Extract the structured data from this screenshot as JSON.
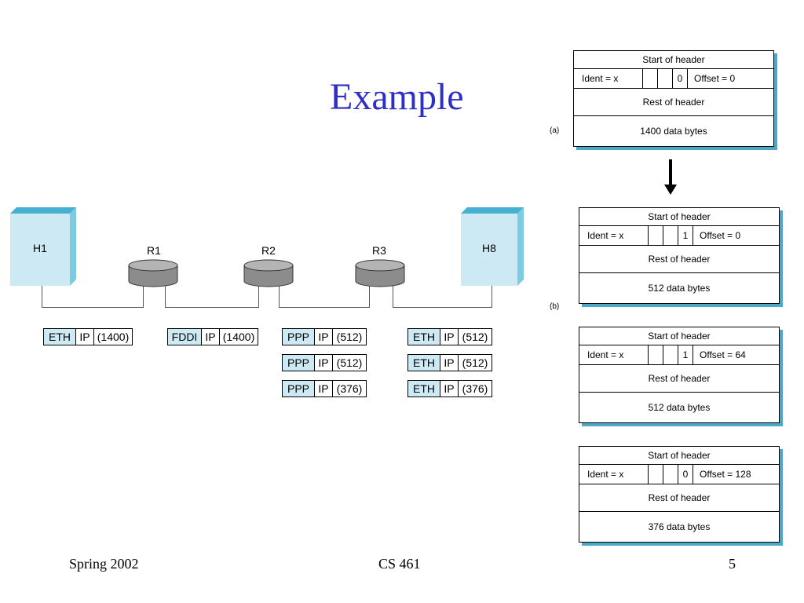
{
  "title": "Example",
  "footer": {
    "left": "Spring 2002",
    "center": "CS 461",
    "right": "5"
  },
  "network": {
    "hosts": [
      "H1",
      "H8"
    ],
    "routers": [
      "R1",
      "R2",
      "R3"
    ],
    "frame_groups": [
      [
        {
          "link": "ETH",
          "ip": "IP",
          "size": "(1400)"
        }
      ],
      [
        {
          "link": "FDDI",
          "ip": "IP",
          "size": "(1400)"
        }
      ],
      [
        {
          "link": "PPP",
          "ip": "IP",
          "size": "(512)"
        },
        {
          "link": "PPP",
          "ip": "IP",
          "size": "(512)"
        },
        {
          "link": "PPP",
          "ip": "IP",
          "size": "(376)"
        }
      ],
      [
        {
          "link": "ETH",
          "ip": "IP",
          "size": "(512)"
        },
        {
          "link": "ETH",
          "ip": "IP",
          "size": "(512)"
        },
        {
          "link": "ETH",
          "ip": "IP",
          "size": "(376)"
        }
      ]
    ]
  },
  "packets": {
    "labels": {
      "a": "(a)",
      "b": "(b)"
    },
    "items": [
      {
        "start": "Start of header",
        "ident": "Ident = x",
        "flag": "0",
        "offset": "Offset = 0",
        "rest": "Rest of header",
        "data": "1400 data bytes"
      },
      {
        "start": "Start of header",
        "ident": "Ident = x",
        "flag": "1",
        "offset": "Offset = 0",
        "rest": "Rest of header",
        "data": "512 data bytes"
      },
      {
        "start": "Start of header",
        "ident": "Ident = x",
        "flag": "1",
        "offset": "Offset = 64",
        "rest": "Rest of header",
        "data": "512 data bytes"
      },
      {
        "start": "Start of header",
        "ident": "Ident = x",
        "flag": "0",
        "offset": "Offset = 128",
        "rest": "Rest of header",
        "data": "376 data bytes"
      }
    ]
  }
}
